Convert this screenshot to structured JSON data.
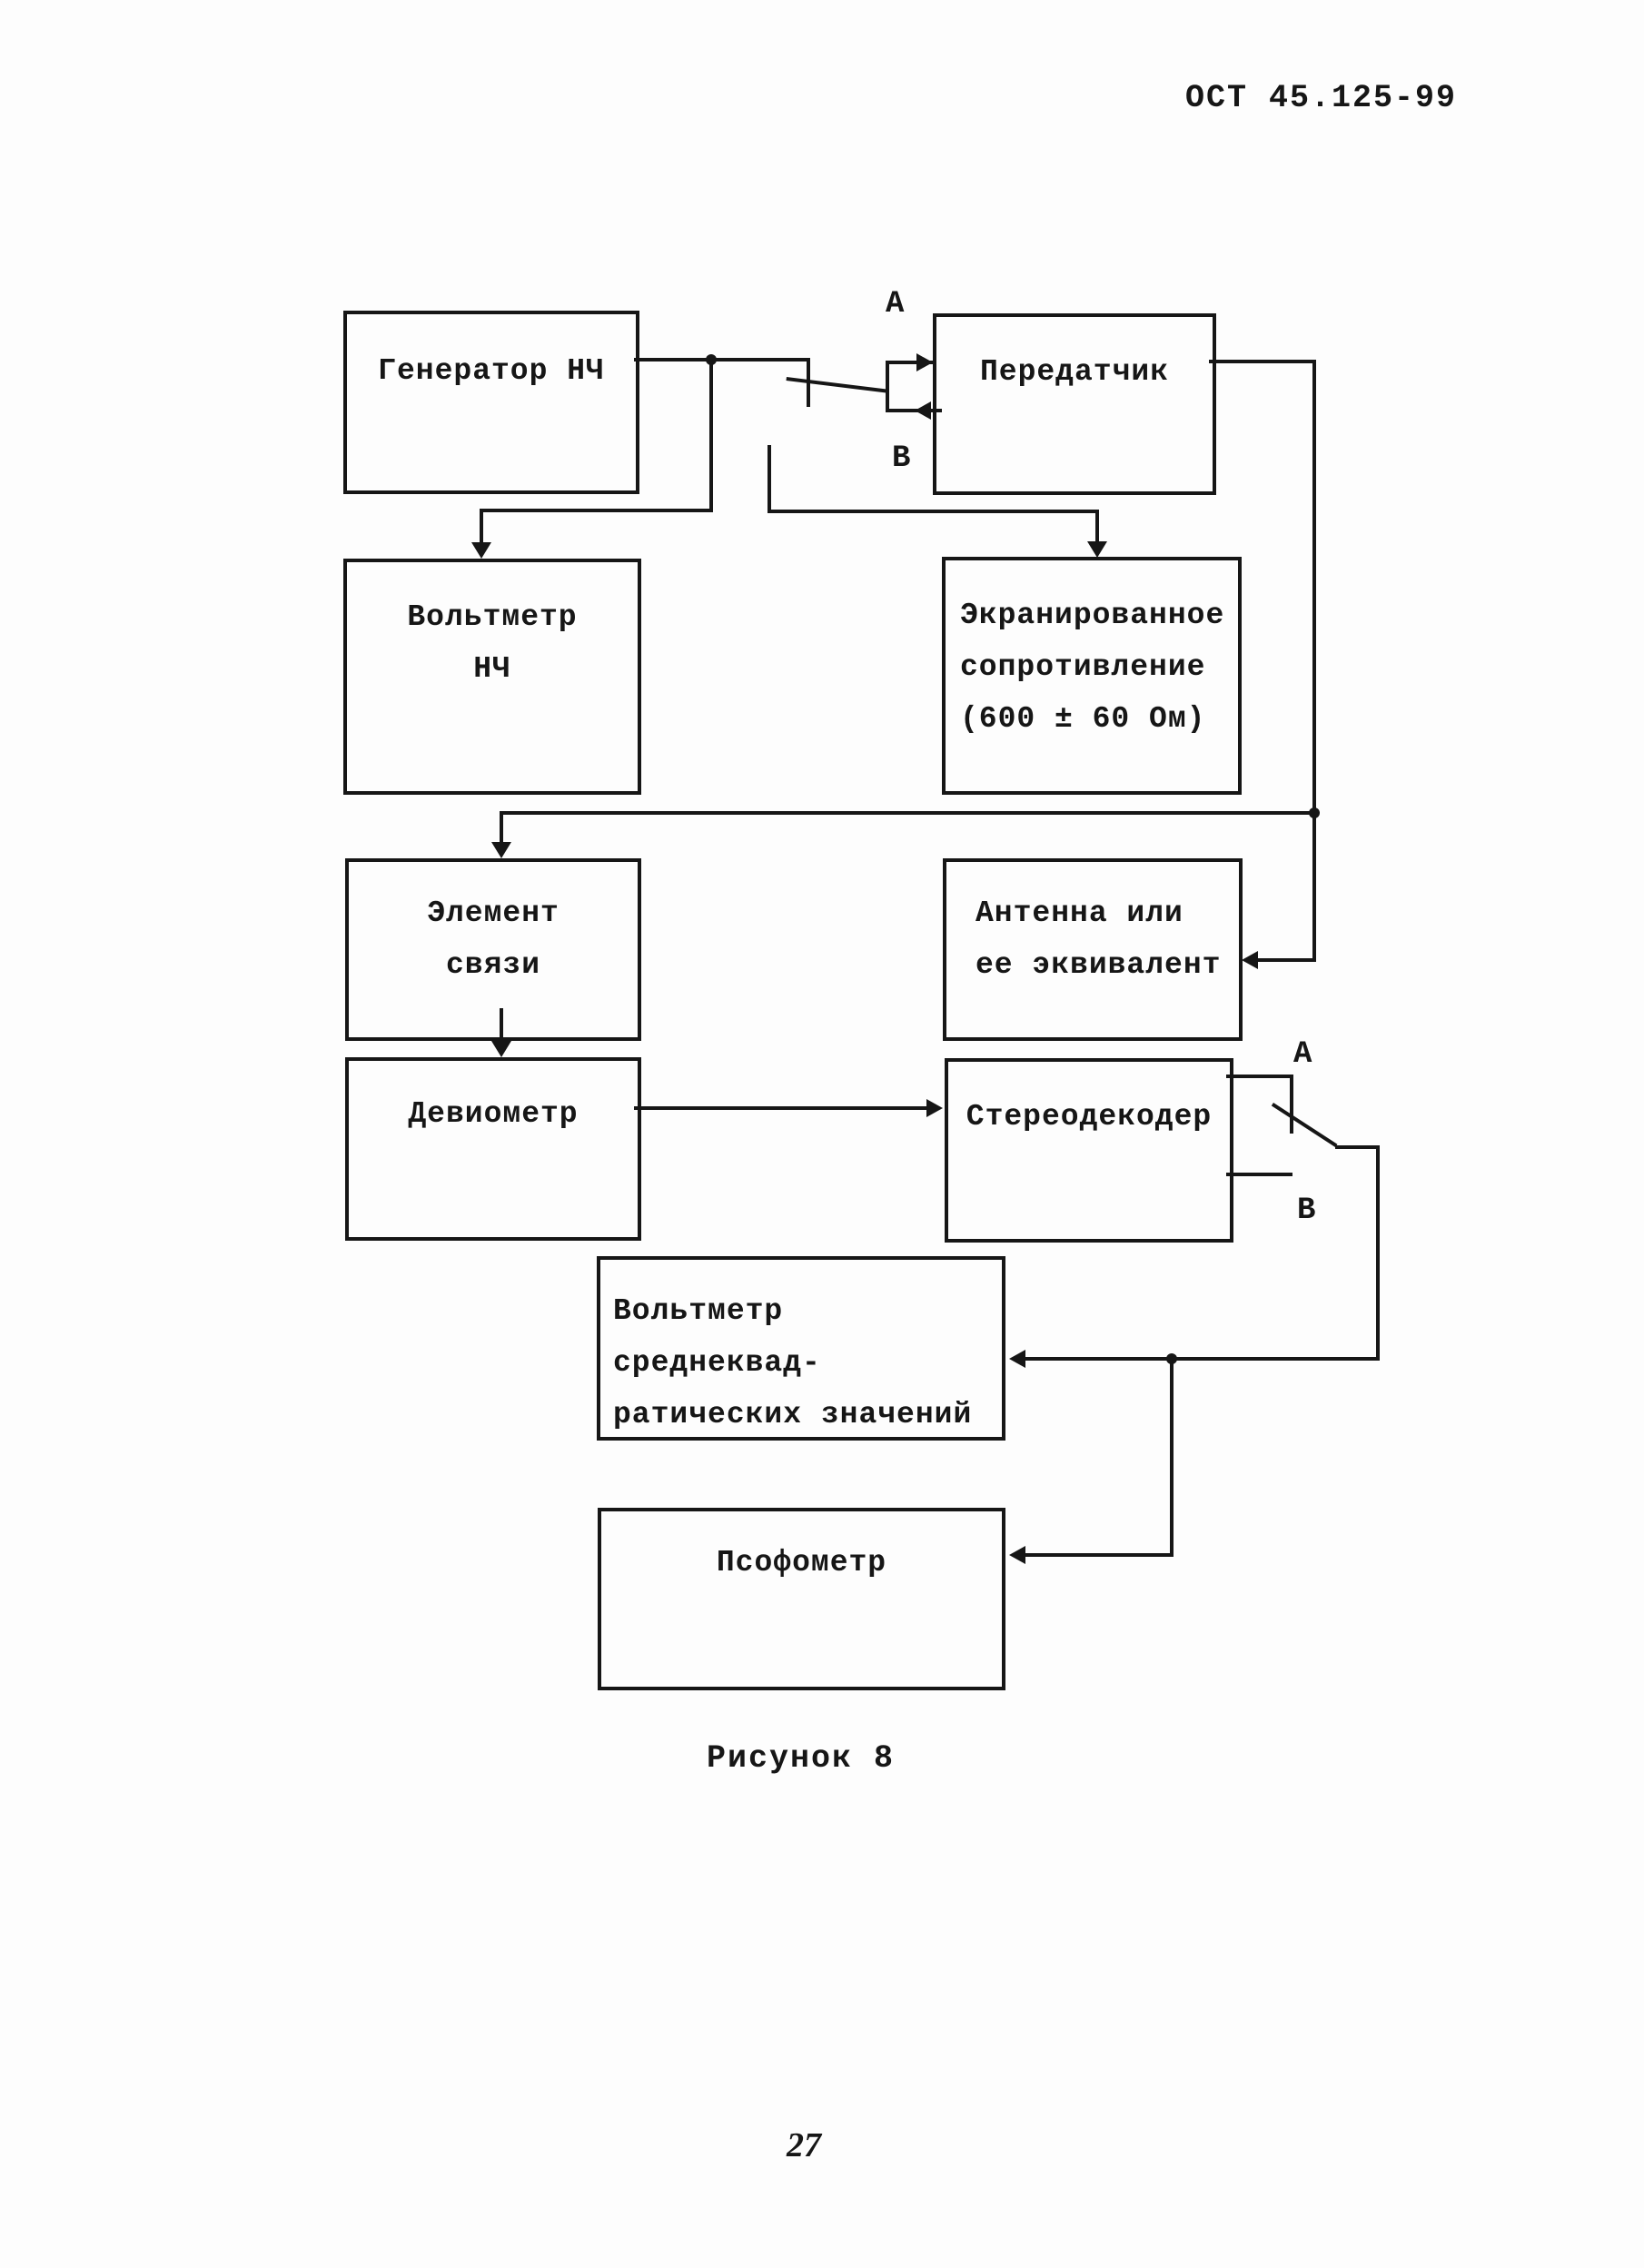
{
  "page": {
    "header": "ОСТ 45.125-99",
    "caption": "Рисунок 8",
    "page_number": "27"
  },
  "diagram": {
    "blocks": {
      "generator": {
        "lines": [
          "Генератор НЧ"
        ]
      },
      "transmitter": {
        "lines": [
          "Передатчик"
        ]
      },
      "voltmeter_nch": {
        "lines": [
          "Вольтметр",
          "НЧ"
        ]
      },
      "shielded_resistor": {
        "lines": [
          "Экранированное",
          "сопротивление",
          "(600 ± 60 Ом)"
        ]
      },
      "coupling_element": {
        "lines": [
          "Элемент",
          "связи"
        ]
      },
      "antenna": {
        "lines": [
          "Антенна или",
          "ее эквивалент"
        ]
      },
      "deviometer": {
        "lines": [
          "Девиометр"
        ]
      },
      "stereodecoder": {
        "lines": [
          "Стереодекодер"
        ]
      },
      "rms_voltmeter": {
        "lines": [
          "Вольтметр среднеквад-",
          "ратических значений"
        ]
      },
      "psophometer": {
        "lines": [
          "Псофометр"
        ]
      }
    },
    "switch1": {
      "a": "А",
      "b": "В"
    },
    "switch2": {
      "a": "А",
      "b": "В"
    },
    "colors": {
      "ink": "#161616",
      "paper": "#fdfdfd"
    }
  }
}
